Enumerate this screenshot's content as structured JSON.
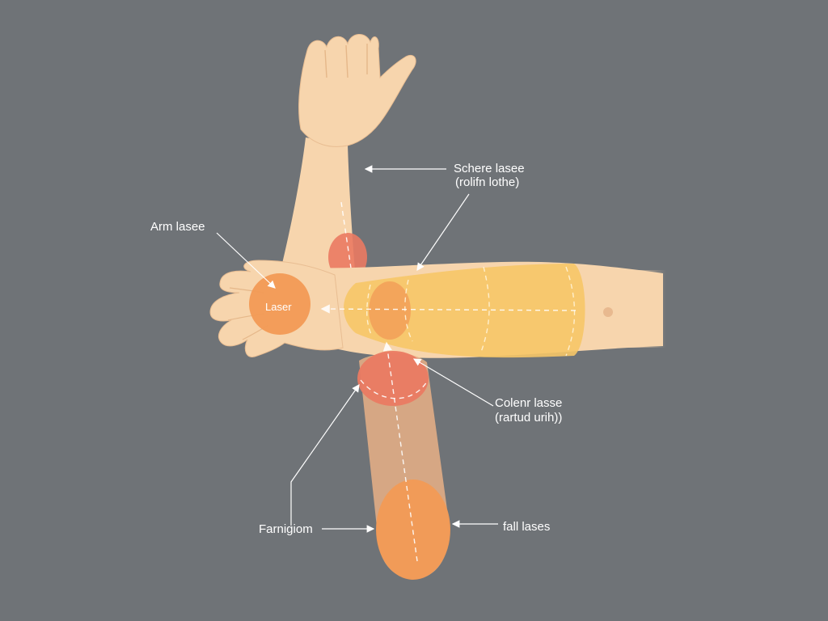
{
  "labels": {
    "top_right_line1": "Schere lasee",
    "top_right_line2": "(rolifn lothe)",
    "arm": "Arm lasee",
    "laser_spot": "Laser",
    "mid_right_line1": "Colenr lasse",
    "mid_right_line2": "(rartud urih))",
    "bottom_left": "Farnigiom",
    "bottom_right": "fall lases"
  },
  "colors": {
    "background": "#6f7377",
    "skin": "#f7d5ad",
    "yellow_zone": "#f6c667",
    "orange_spot": "#f29a55",
    "red_spot": "#ea7a62",
    "lower_limb": "#e9b086"
  }
}
